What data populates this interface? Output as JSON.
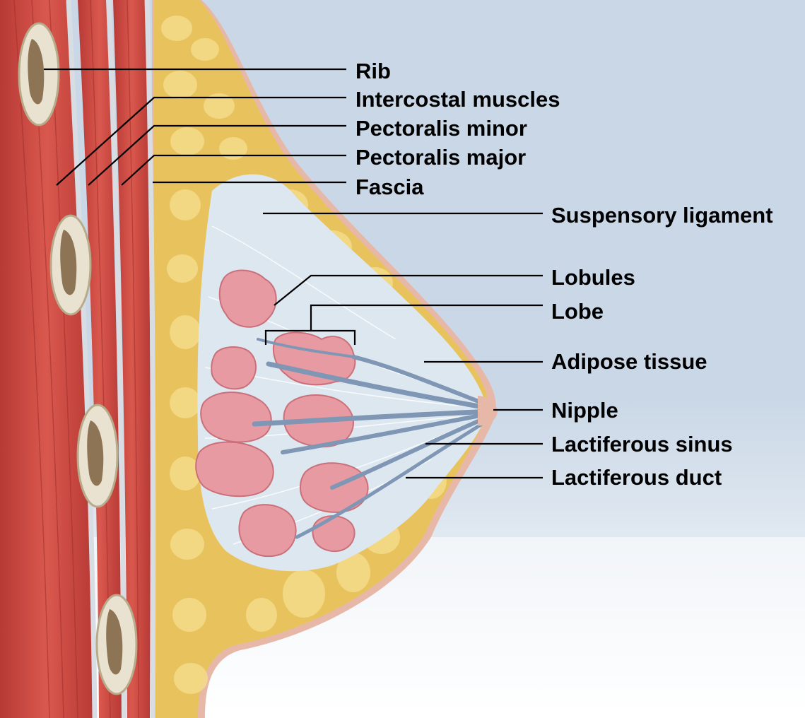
{
  "figure": {
    "colors": {
      "background_top": "#c9d7e6",
      "background_bottom": "#ffffff",
      "skin": "#e7b8a8",
      "muscle": "#cf4a42",
      "muscle_dark": "#9e2f2a",
      "rib": "#e9e2d0",
      "rib_core": "#8c7454",
      "fat": "#e8c35d",
      "fat_light": "#f4dc8a",
      "connective": "#dde7f0",
      "lobule": "#e89aa2",
      "duct": "#7f97b4",
      "fascia": "#d7dde3",
      "leader_line": "#000000"
    },
    "labels": {
      "rib": "Rib",
      "intercostal": "Intercostal muscles",
      "pect_minor": "Pectoralis minor",
      "pect_major": "Pectoralis major",
      "fascia": "Fascia",
      "suspensory": "Suspensory ligament",
      "lobules": "Lobules",
      "lobe": "Lobe",
      "adipose": "Adipose tissue",
      "nipple": "Nipple",
      "sinus": "Lactiferous sinus",
      "duct": "Lactiferous duct"
    }
  }
}
